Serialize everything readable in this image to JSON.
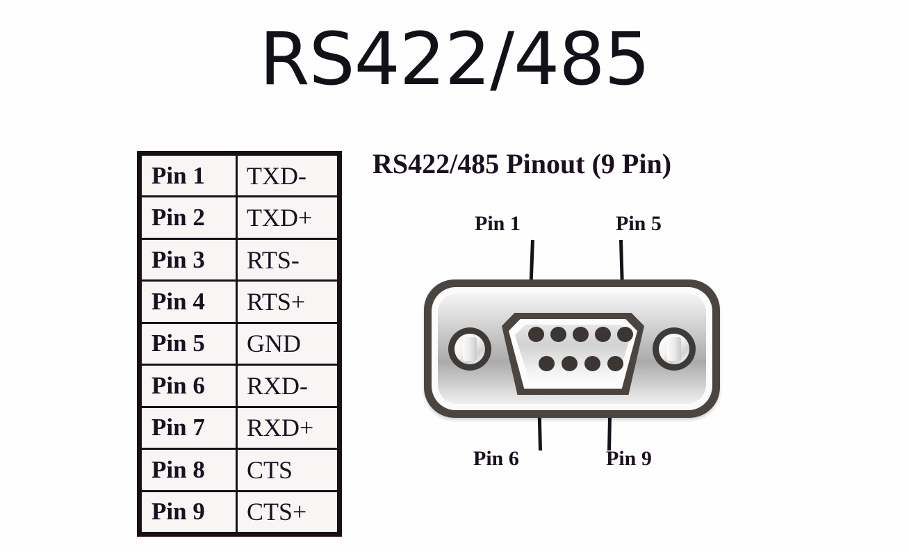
{
  "title": "RS422/485",
  "table": {
    "rows": [
      {
        "pin": "Pin 1",
        "signal": "TXD-"
      },
      {
        "pin": "Pin 2",
        "signal": "TXD+"
      },
      {
        "pin": "Pin 3",
        "signal": "RTS-"
      },
      {
        "pin": "Pin 4",
        "signal": "RTS+"
      },
      {
        "pin": "Pin 5",
        "signal": "GND"
      },
      {
        "pin": "Pin 6",
        "signal": "RXD-"
      },
      {
        "pin": "Pin 7",
        "signal": "RXD+"
      },
      {
        "pin": "Pin 8",
        "signal": "CTS"
      },
      {
        "pin": "Pin 9",
        "signal": "CTS+"
      }
    ]
  },
  "diagram": {
    "heading": "RS422/485 Pinout (9 Pin)",
    "callouts": {
      "pin1": "Pin 1",
      "pin5": "Pin 5",
      "pin6": "Pin 6",
      "pin9": "Pin 9"
    },
    "connector_type": "DB9 female D-sub connector",
    "top_row_holes": 5,
    "bottom_row_holes": 4,
    "screw_holes": 2
  },
  "colors": {
    "background": "#fefefe",
    "ink": "#1a1020",
    "shell_edge": "#4b4542",
    "shell_metal_light": "#f4f4f4",
    "shell_metal_dark": "#ababab",
    "hole": "#3b3633"
  }
}
